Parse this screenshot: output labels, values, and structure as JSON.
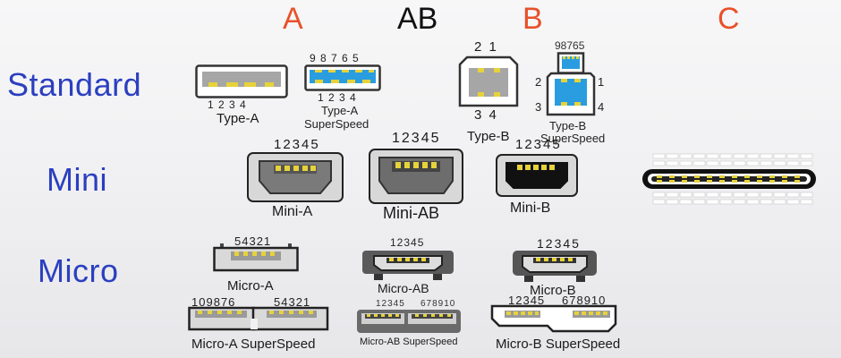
{
  "headers": {
    "a": "A",
    "ab": "AB",
    "b": "B",
    "c": "C"
  },
  "rows": {
    "standard": "Standard",
    "mini": "Mini",
    "micro": "Micro"
  },
  "connectors": {
    "type_a": {
      "label": "Type-A",
      "pins": "1   2   3   4"
    },
    "type_a_ss": {
      "label_line1": "Type-A",
      "label_line2": "SuperSpeed",
      "pins_top": "9  8  7  6  5",
      "pins_bottom": "1  2  3  4"
    },
    "type_b": {
      "label": "Type-B",
      "pins_top": "2  1",
      "pins_bottom": "3  4"
    },
    "type_b_ss": {
      "label_line1": "Type-B",
      "label_line2": "SuperSpeed",
      "pins_top": "98765",
      "pin_left_top": "2",
      "pin_left_bottom": "3",
      "pin_right_top": "1",
      "pin_right_bottom": "4"
    },
    "mini_a": {
      "label": "Mini-A",
      "pins": "12345"
    },
    "mini_ab": {
      "label": "Mini-AB",
      "pins": "12345"
    },
    "mini_b": {
      "label": "Mini-B",
      "pins": "12345"
    },
    "micro_a": {
      "label": "Micro-A",
      "pins": "54321"
    },
    "micro_ab": {
      "label": "Micro-AB",
      "pins": "12345"
    },
    "micro_b": {
      "label": "Micro-B",
      "pins": "12345"
    },
    "micro_a_ss": {
      "label": "Micro-A SuperSpeed",
      "pins_left": "109876",
      "pins_right": "54321"
    },
    "micro_ab_ss": {
      "label": "Micro-AB SuperSpeed",
      "pins_left": "12345",
      "pins_right": "678910"
    },
    "micro_b_ss": {
      "label": "Micro-B SuperSpeed",
      "pins_left": "12345",
      "pins_right": "678910"
    }
  },
  "colors": {
    "orange": "#e8512a",
    "blue_label": "#2b3fbf",
    "pin_yellow": "#e6d23a",
    "ss_blue": "#2a9de0",
    "connector_gray": "#8c8c8c",
    "dark": "#222222"
  }
}
